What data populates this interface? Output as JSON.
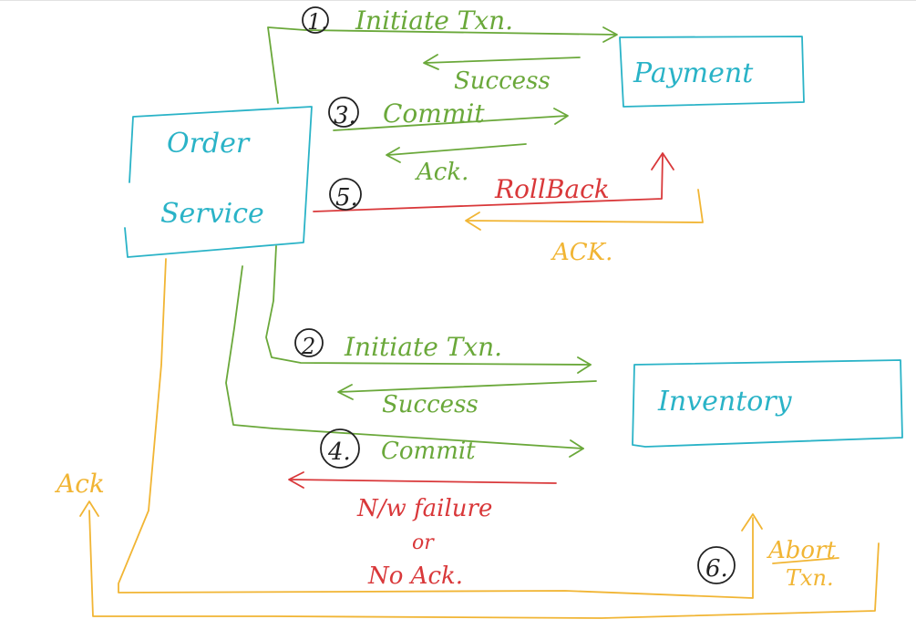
{
  "colors": {
    "box": "#2ab3c7",
    "green": "#6aa83a",
    "red": "#d9383a",
    "orange": "#f1b534",
    "ink": "#222222"
  },
  "boxes": {
    "order": [
      "Order",
      "Service"
    ],
    "payment": "Payment",
    "inventory": "Inventory"
  },
  "steps": {
    "s1": "1.",
    "s2": "2",
    "s3": "3.",
    "s4": "4.",
    "s5": "5.",
    "s6": "6."
  },
  "labels": {
    "initiate_payment": "Initiate Txn.",
    "success_payment": "Success",
    "commit_payment": "Commit",
    "ack_payment": "Ack.",
    "rollback": "RollBack",
    "ack_rollback": "ACK.",
    "initiate_inventory": "Initiate Txn.",
    "success_inventory": "Success",
    "commit_inventory": "Commit",
    "failure_line1": "N/w failure",
    "failure_line2": "or",
    "failure_line3": "No Ack.",
    "abort_line1": "Abort",
    "abort_line2": "Txn.",
    "ack_left": "Ack"
  }
}
